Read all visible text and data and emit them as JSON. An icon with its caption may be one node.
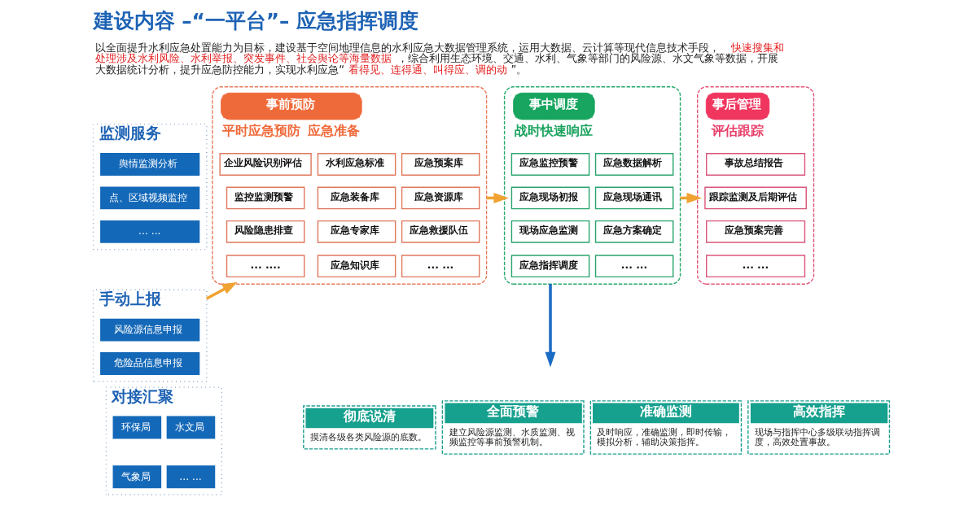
{
  "diagram": {
    "title": "建设内容 –“一平台”– 应急指挥调度",
    "nodes": [
      {
        "text": [
          "监测服务"
        ]
      },
      {
        "text": [
          "舆情监测分析"
        ],
        "in": 0
      },
      {
        "text": [
          "点、区域视频监控"
        ],
        "in": 0
      },
      {
        "text": [
          "... ..."
        ],
        "in": 0
      },
      {
        "text": [
          "手动上报"
        ]
      },
      {
        "text": [
          "风险源信息申报"
        ],
        "in": 4
      },
      {
        "text": [
          "危险品信息申报"
        ],
        "in": 4
      },
      {
        "text": [
          "对接汇聚"
        ]
      },
      {
        "text": [
          "环保局"
        ],
        "in": 7
      },
      {
        "text": [
          "水文局"
        ],
        "in": 7
      },
      {
        "text": [
          "气象局"
        ],
        "in": 7
      },
      {
        "text": [
          "... ..."
        ],
        "in": 7
      },
      {
        "text": [
          "事前预防",
          "平时应急预防",
          "应急准备"
        ]
      },
      {
        "text": [
          "企业风险识别评估"
        ],
        "in": 12
      },
      {
        "text": [
          "监控监测预警"
        ],
        "in": 12
      },
      {
        "text": [
          "风险隐患排查"
        ],
        "in": 12
      },
      {
        "text": [
          "... ...."
        ],
        "in": 12
      },
      {
        "text": [
          "水利应急标准"
        ],
        "in": 12
      },
      {
        "text": [
          "应急预案库"
        ],
        "in": 12
      },
      {
        "text": [
          "应急装备库"
        ],
        "in": 12
      },
      {
        "text": [
          "应急资源库"
        ],
        "in": 12
      },
      {
        "text": [
          "应急专家库"
        ],
        "in": 12
      },
      {
        "text": [
          "应急救援队伍"
        ],
        "in": 12
      },
      {
        "text": [
          "应急知识库"
        ],
        "in": 12
      },
      {
        "text": [
          "... ..."
        ],
        "in": 12
      },
      {
        "text": [
          "事中调度",
          "战时快速响应"
        ]
      },
      {
        "text": [
          "应急监控预警"
        ],
        "in": 25
      },
      {
        "text": [
          "应急数据解析"
        ],
        "in": 25
      },
      {
        "text": [
          "应急现场初报"
        ],
        "in": 25
      },
      {
        "text": [
          "应急现场通讯"
        ],
        "in": 25
      },
      {
        "text": [
          "现场应急监测"
        ],
        "in": 25
      },
      {
        "text": [
          "应急方案确定"
        ],
        "in": 25
      },
      {
        "text": [
          "应急指挥调度"
        ],
        "in": 25
      },
      {
        "text": [
          "... ..."
        ],
        "in": 25
      },
      {
        "text": [
          "事后管理",
          "评估跟踪"
        ]
      },
      {
        "text": [
          "事故总结报告"
        ],
        "in": 34
      },
      {
        "text": [
          "跟踪监测及后期评估"
        ],
        "in": 34
      },
      {
        "text": [
          "应急预案完善"
        ],
        "in": 34
      },
      {
        "text": [
          "... ..."
        ],
        "in": 34
      },
      {
        "text": [
          "彻底说清",
          "摸清各级各类风险源的底数。"
        ]
      },
      {
        "text": [
          "全面预警",
          "建立风险源监测、水质监测、视频监控等事前预警机制。"
        ]
      },
      {
        "text": [
          "准确监测",
          "及时响应，准确监测，即时传输，模拟分析，辅助决策指挥。"
        ]
      },
      {
        "text": [
          "高效指挥",
          "现场与指挥中心多级联动指挥调度，高效处置事故。"
        ]
      }
    ],
    "edges": [
      {
        "from": 4,
        "to": 12,
        "arrow": "to"
      },
      {
        "from": 12,
        "to": 25,
        "arrow": "to"
      },
      {
        "from": 25,
        "to": 34,
        "arrow": "to"
      },
      {
        "from": 25,
        "to": null,
        "arrow": "to",
        "color": "#1b6cc4"
      }
    ],
    "labels": [
      "以全面提升水利应急处置能力为目标，建设基于空间地理信息的水利应急大数据管理系统，运用大数据、云计算等现代信息技术手段，**快速搜集和处理涉及水利风险、水利举报、突发事件、社会舆论等海量数据**，综合利用生态环境、交通、水利、气象等部门的风险源、水文气象等数据，开展大数据统计分析，提升应急防控能力，实现水利应急“**看得见、连得通、叫得应、调的动**”。"
    ]
  }
}
